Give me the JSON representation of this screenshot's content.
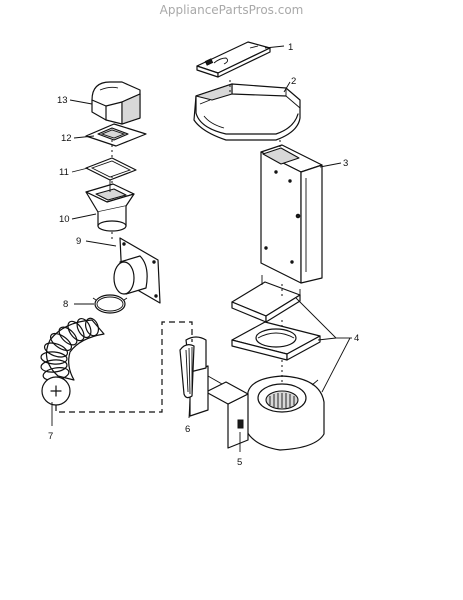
{
  "watermark": "AppliancePartsPros.com",
  "callouts": [
    {
      "id": "1",
      "label": "1"
    },
    {
      "id": "2",
      "label": "2"
    },
    {
      "id": "3",
      "label": "3"
    },
    {
      "id": "4",
      "label": "4"
    },
    {
      "id": "5",
      "label": "5"
    },
    {
      "id": "6",
      "label": "6"
    },
    {
      "id": "7",
      "label": "7"
    },
    {
      "id": "8",
      "label": "8"
    },
    {
      "id": "9",
      "label": "9"
    },
    {
      "id": "10",
      "label": "10"
    },
    {
      "id": "11",
      "label": "11"
    },
    {
      "id": "12",
      "label": "12"
    },
    {
      "id": "13",
      "label": "13"
    }
  ]
}
